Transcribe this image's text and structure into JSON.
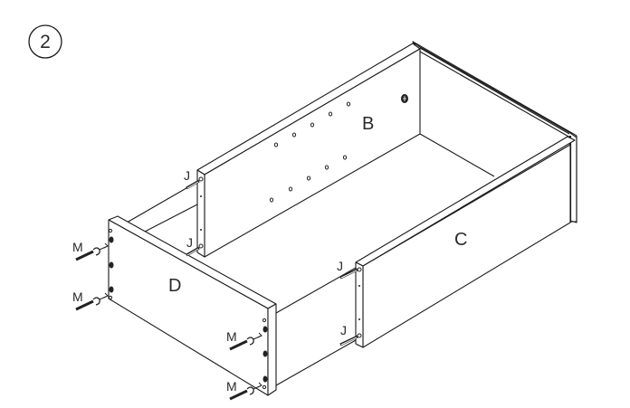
{
  "step": {
    "number": "2",
    "icon": "step-number-circle"
  },
  "panels": {
    "back": {
      "label": "B"
    },
    "side": {
      "label": "C"
    },
    "front": {
      "label": "D"
    }
  },
  "hardware": {
    "dowel_label": "J",
    "screw_label": "M",
    "dowel_count": 4,
    "screw_count": 4
  },
  "colors": {
    "line": "#1a1a1a",
    "background": "#ffffff",
    "text": "#2a2a2a"
  }
}
